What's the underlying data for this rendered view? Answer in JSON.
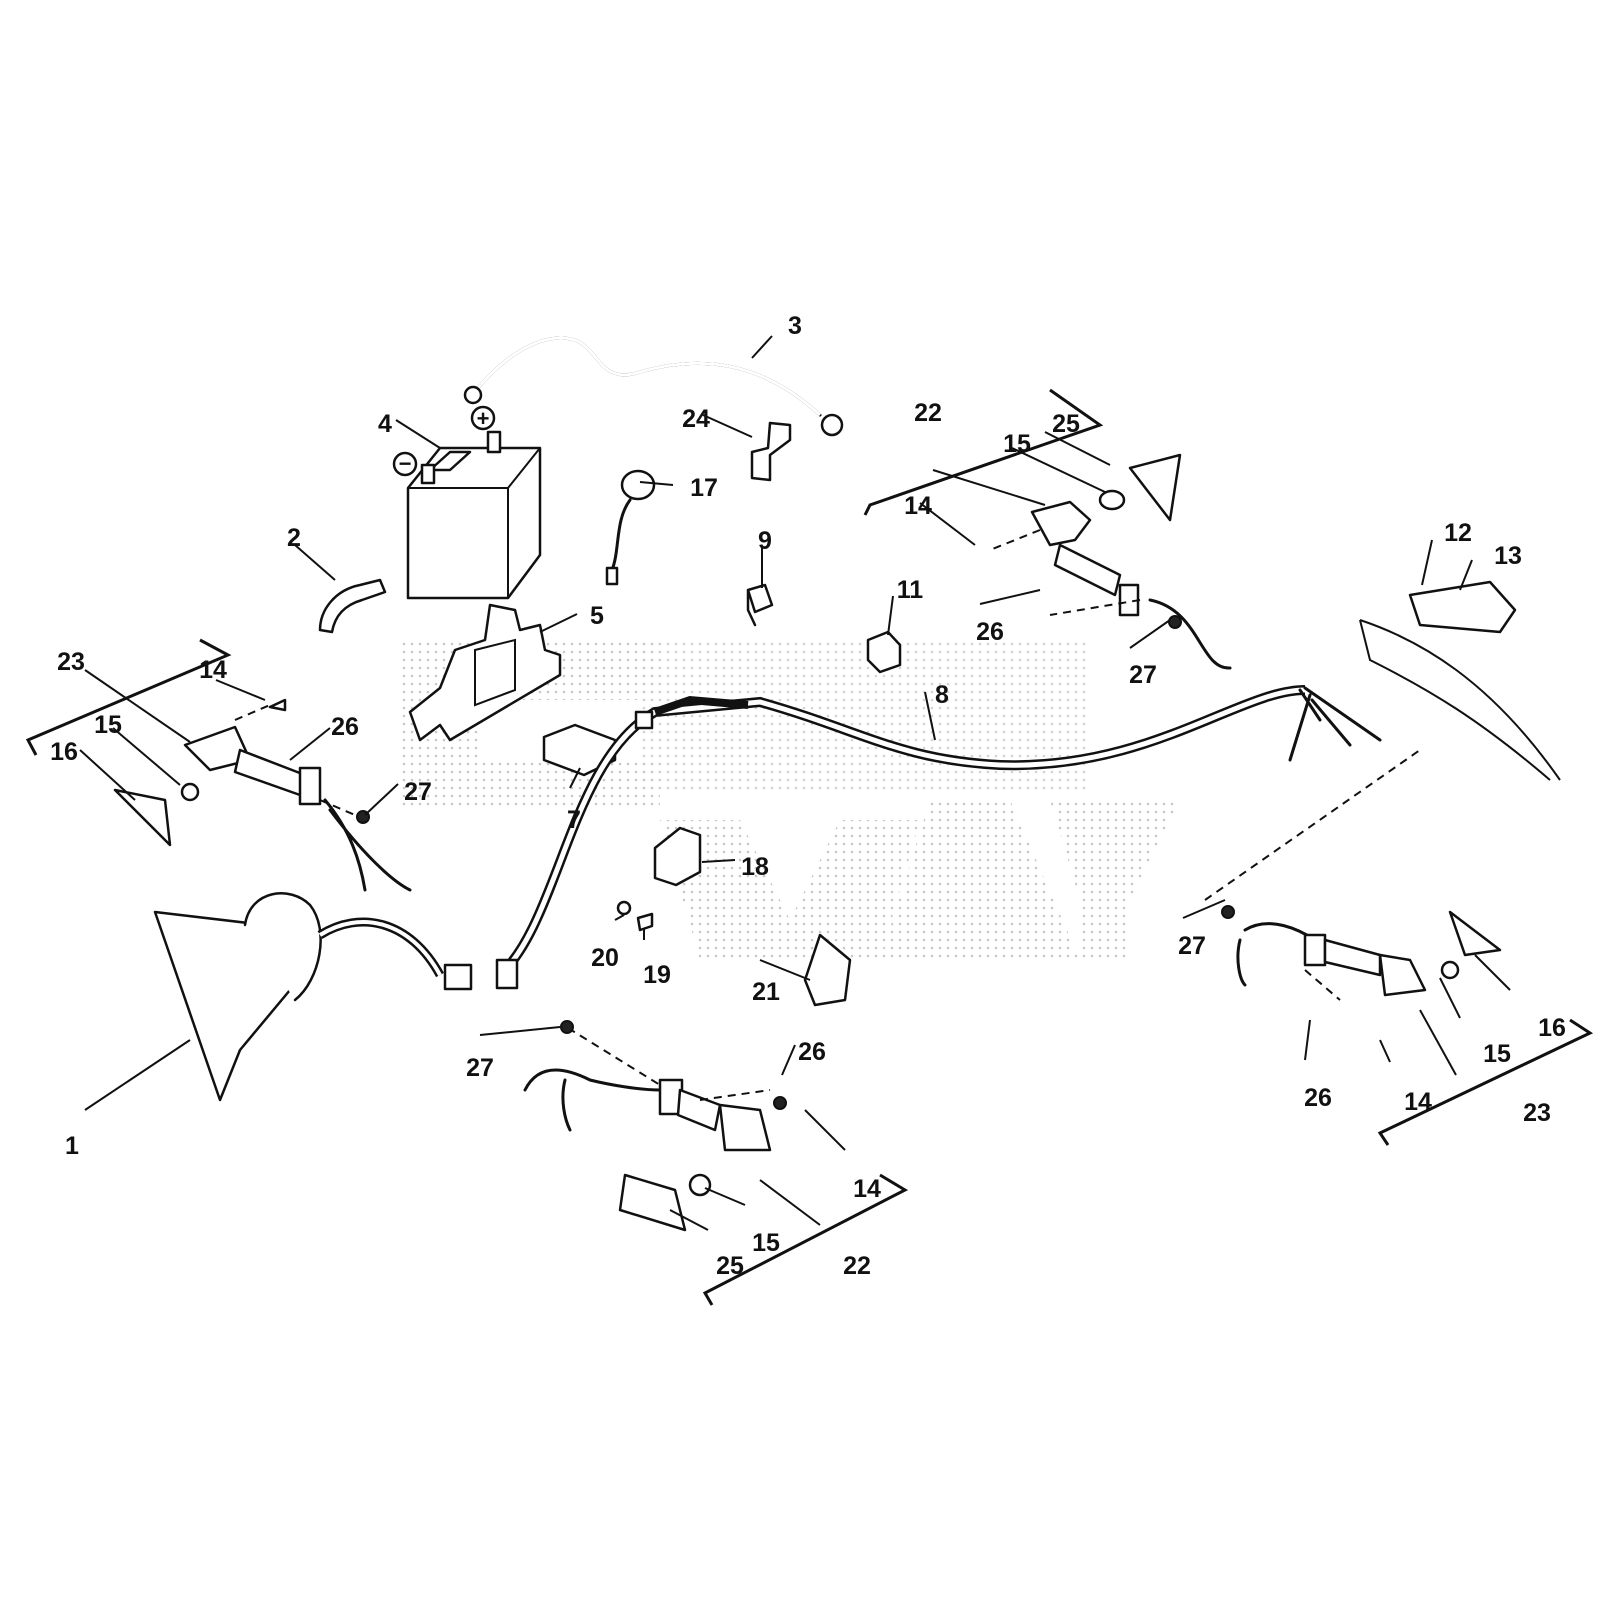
{
  "diagram": {
    "battery_terminals": {
      "positive": "+",
      "negative": "−"
    },
    "callouts": [
      "3",
      "4",
      "24",
      "22",
      "15",
      "25",
      "17",
      "14",
      "9",
      "2",
      "12",
      "13",
      "5",
      "11",
      "26",
      "27",
      "23",
      "14",
      "26",
      "15",
      "16",
      "27",
      "8",
      "7",
      "18",
      "20",
      "19",
      "21",
      "27",
      "16",
      "15",
      "26",
      "14",
      "23",
      "1",
      "27",
      "26",
      "14",
      "15",
      "25",
      "22"
    ]
  }
}
